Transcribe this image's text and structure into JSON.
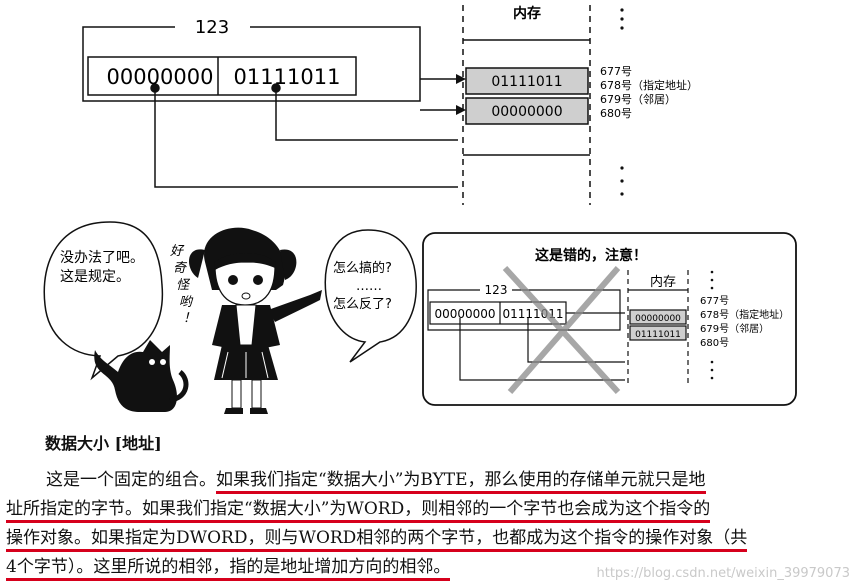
{
  "top_diagram": {
    "label_123": "123",
    "byte1": "00000000",
    "byte2": "01111011",
    "memory_title": "内存",
    "mem_cell1": "01111011",
    "mem_cell2": "00000000",
    "addr1": "677号",
    "addr2": "678号（指定地址）",
    "addr3": "679号（邻居）",
    "addr4": "680号",
    "dots": "⋮"
  },
  "comic": {
    "bubble_left_1": "没办法了吧。",
    "bubble_left_2": "这是规定。",
    "vertical_text": "好奇怪哟！",
    "bubble_right_1": "怎么搞的?",
    "bubble_right_2": "……",
    "bubble_right_3": "怎么反了?"
  },
  "wrong_panel": {
    "title": "这是错的，注意！",
    "label_123": "123",
    "byte1": "00000000",
    "byte2": "01111011",
    "memory_title": "内存",
    "mem_cell1": "00000000",
    "mem_cell2": "01111011",
    "addr1": "677号",
    "addr2": "678号（指定地址）",
    "addr3": "679号（邻居）",
    "addr4": "680号"
  },
  "section_title": "数据大小 [地址]",
  "paragraph": {
    "l1_a": "这是一个固定的组合。",
    "l1_b": "如果我们指定“数据大小”为BYTE，那么使用的存储单元就只是地",
    "l2": "址所指定的字节。如果我们指定“数据大小”为WORD，则相邻的一个字节也会成为这个指令的",
    "l3": "操作对象。如果指定为DWORD，则与WORD相邻的两个字节，也都成为这个指令的操作对象（共",
    "l4": "4个字节）。这里所说的相邻，指的是地址增加方向的相邻。"
  },
  "watermark": "https://blog.csdn.net/weixin_39979073"
}
